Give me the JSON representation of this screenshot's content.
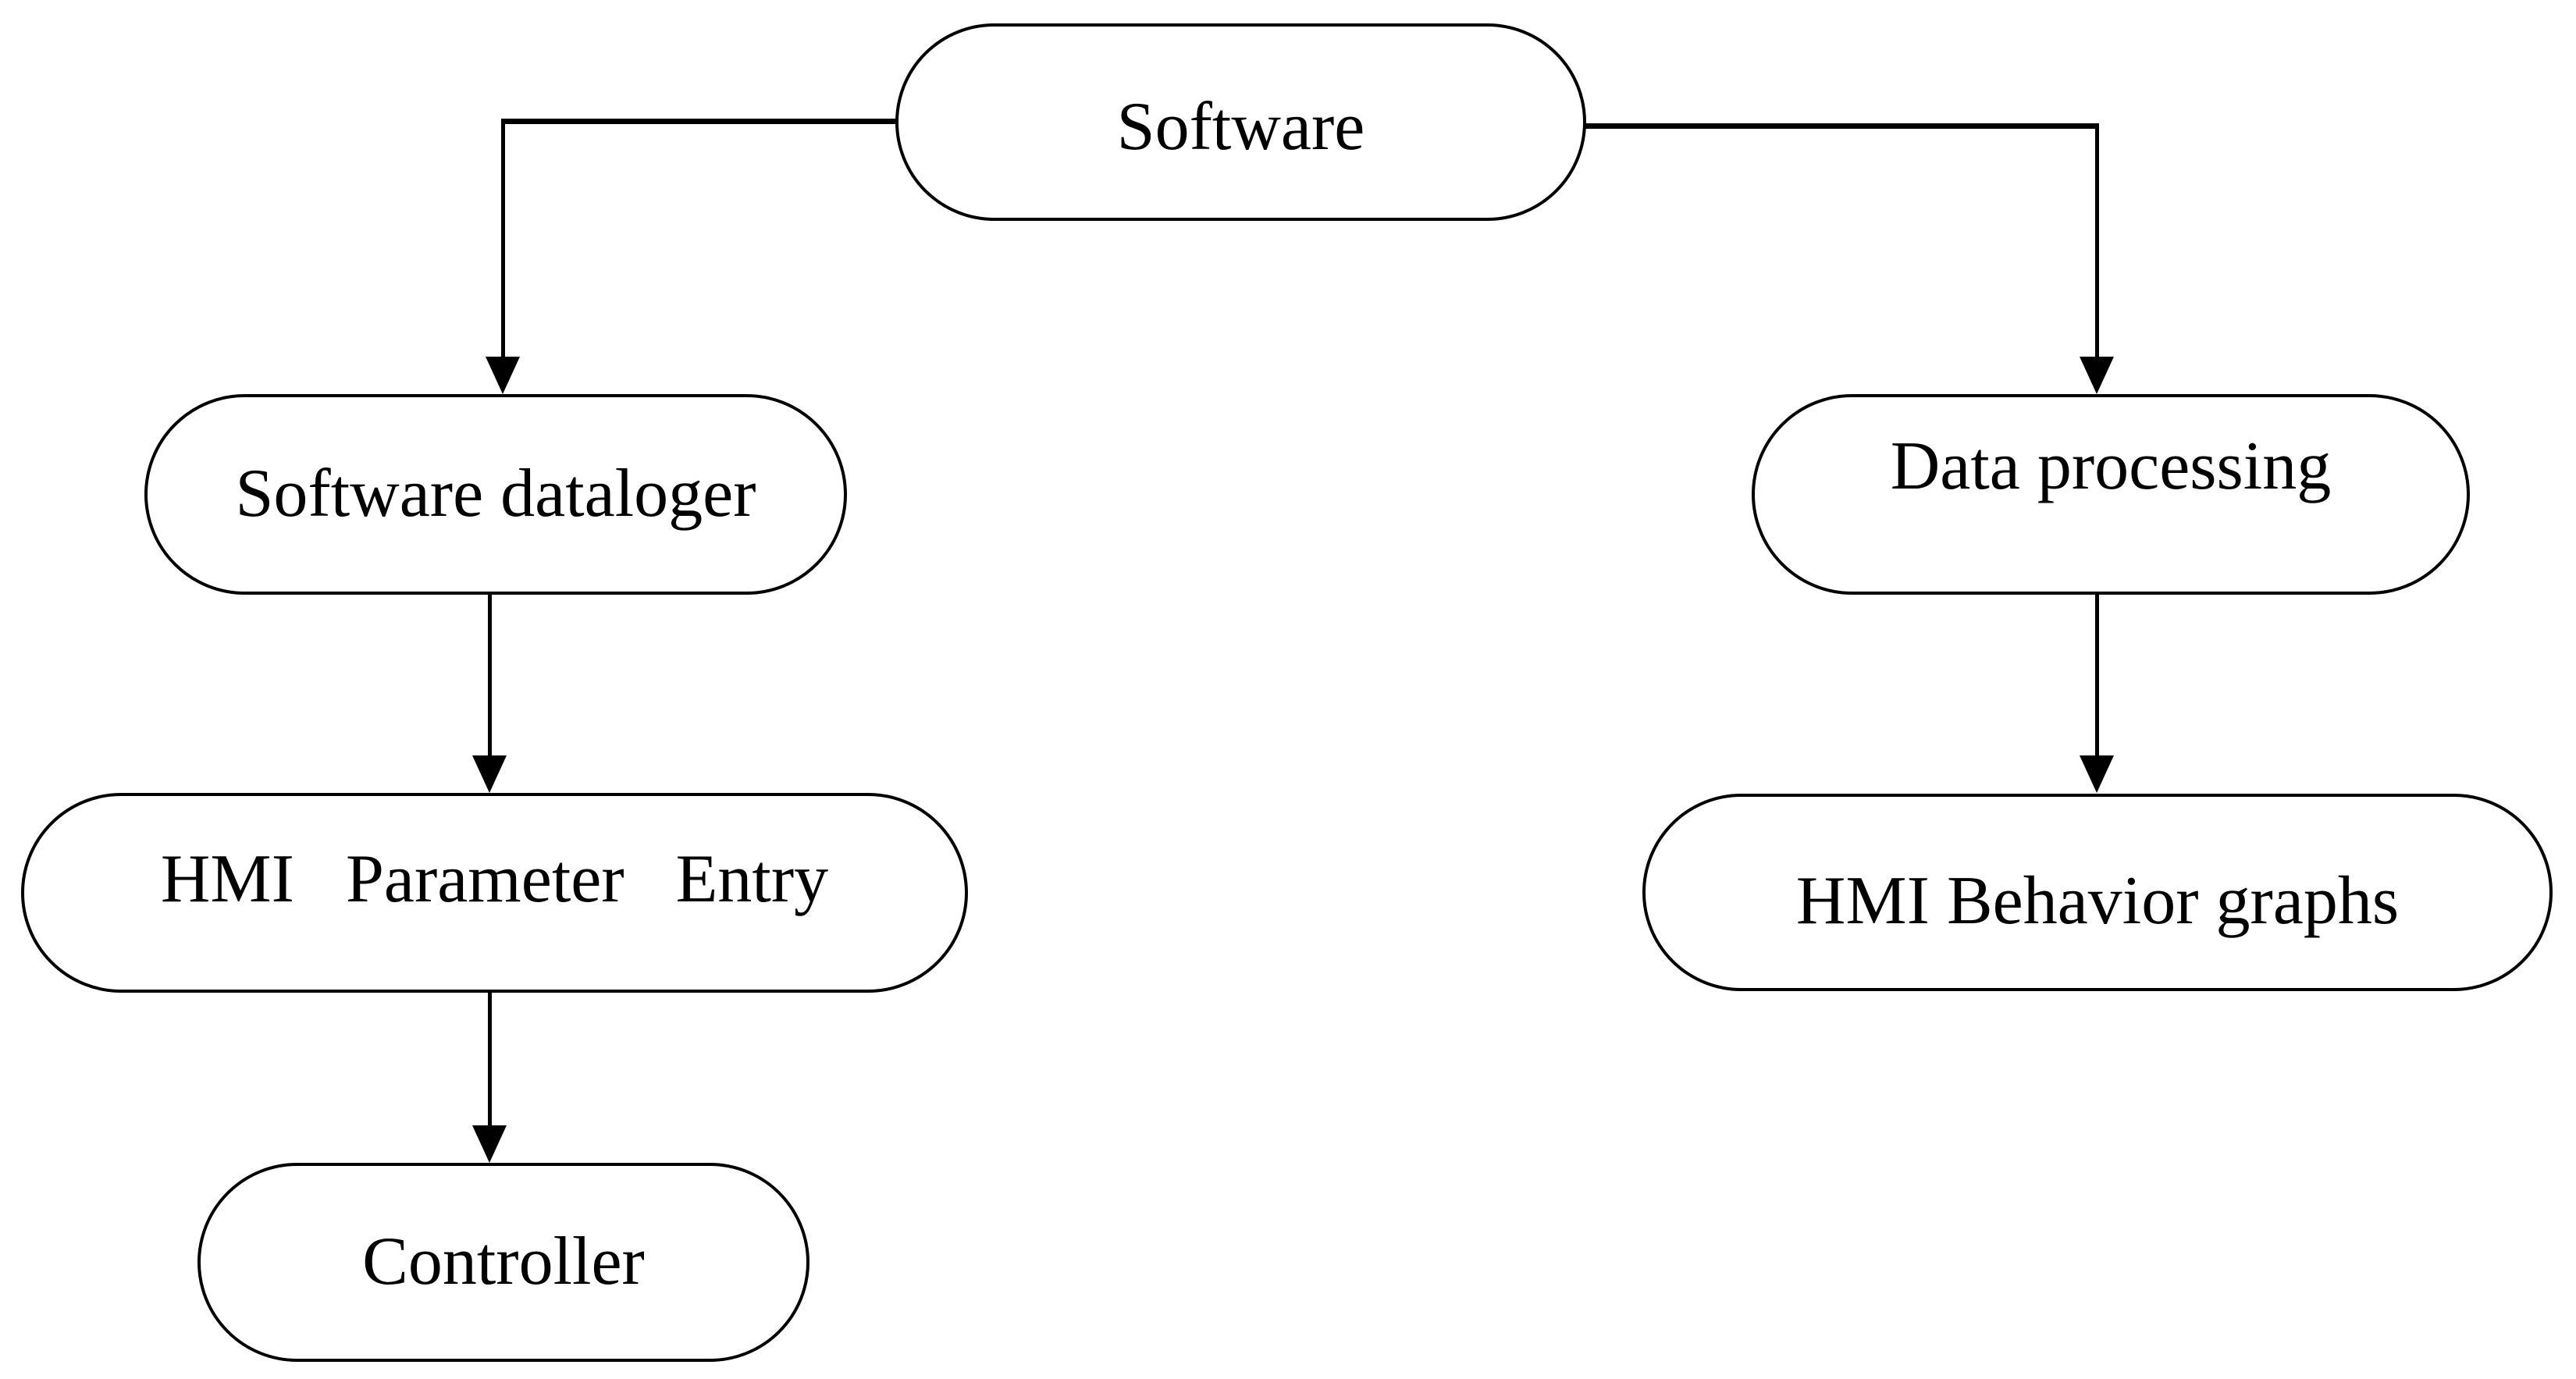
{
  "diagram": {
    "type": "flowchart",
    "background_color": "#ffffff",
    "stroke_color": "#000000",
    "text_color": "#000000",
    "nodes": {
      "software": {
        "label": "Software",
        "shape": "rounded-rectangle"
      },
      "software_dataloger": {
        "label": "Software dataloger",
        "shape": "rounded-rectangle"
      },
      "data_processing": {
        "label": "Data processing",
        "shape": "rounded-rectangle"
      },
      "hmi_parameter_entry": {
        "label": "HMI Parameter Entry",
        "shape": "rounded-rectangle"
      },
      "hmi_behavior_graphs": {
        "label": "HMI Behavior graphs",
        "shape": "rounded-rectangle"
      },
      "controller": {
        "label": "Controller",
        "shape": "rounded-rectangle"
      }
    },
    "edges": [
      {
        "from": "software",
        "to": "software_dataloger",
        "style": "elbow",
        "arrowhead": "solid-triangle-down"
      },
      {
        "from": "software",
        "to": "data_processing",
        "style": "elbow",
        "arrowhead": "solid-triangle-down"
      },
      {
        "from": "software_dataloger",
        "to": "hmi_parameter_entry",
        "style": "straight",
        "arrowhead": "solid-triangle-down"
      },
      {
        "from": "data_processing",
        "to": "hmi_behavior_graphs",
        "style": "straight",
        "arrowhead": "solid-triangle-down"
      },
      {
        "from": "hmi_parameter_entry",
        "to": "controller",
        "style": "straight",
        "arrowhead": "solid-triangle-down"
      }
    ]
  }
}
